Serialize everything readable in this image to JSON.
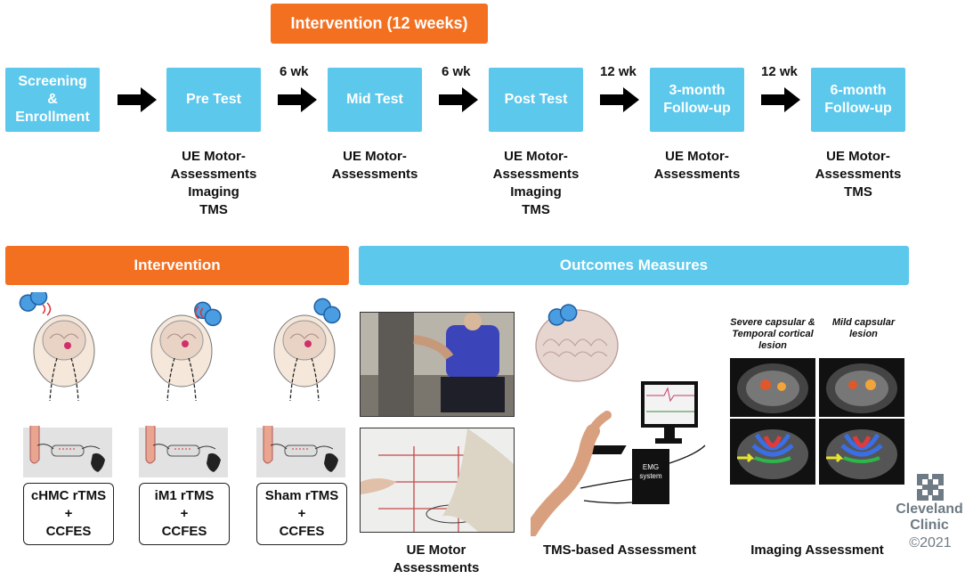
{
  "timeline": {
    "intervention_label": "Intervention (12 weeks)",
    "stages": [
      {
        "label": "Screening\n&\nEnrollment"
      },
      {
        "label": "Pre Test"
      },
      {
        "label": "Mid Test"
      },
      {
        "label": "Post Test"
      },
      {
        "label": "3-month\nFollow-up"
      },
      {
        "label": "6-month\nFollow-up"
      }
    ],
    "intervals": [
      "",
      "6 wk",
      "6 wk",
      "12 wk",
      "12 wk"
    ],
    "assessments": [
      "UE Motor-\nAssessments\nImaging\nTMS",
      "UE Motor-\nAssessments",
      "UE Motor-\nAssessments\nImaging\nTMS",
      "UE Motor-\nAssessments",
      "UE Motor-\nAssessments\nTMS"
    ]
  },
  "intervention_panel": {
    "header": "Intervention",
    "conditions": [
      {
        "label": "cHMC rTMS\n+\nCCFES"
      },
      {
        "label": "iM1 rTMS\n+\nCCFES"
      },
      {
        "label": "Sham rTMS\n+\nCCFES"
      }
    ]
  },
  "outcomes_panel": {
    "header": "Outcomes Measures",
    "ue_caption": "UE Motor\nAssessments",
    "tms_caption": "TMS-based Assessment",
    "emg_label": "EMG\nsystem",
    "imaging_caption": "Imaging Assessment",
    "imaging_labels": [
      "Severe capsular &\nTemporal cortical\nlesion",
      "Mild capsular\nlesion"
    ]
  },
  "logo": {
    "name_line1": "Cleveland",
    "name_line2": "Clinic",
    "copyright": "©2021"
  },
  "colors": {
    "orange": "#f37021",
    "blue": "#5bc8ec",
    "arrow": "#000000",
    "logo_gray": "#6e7b84"
  }
}
